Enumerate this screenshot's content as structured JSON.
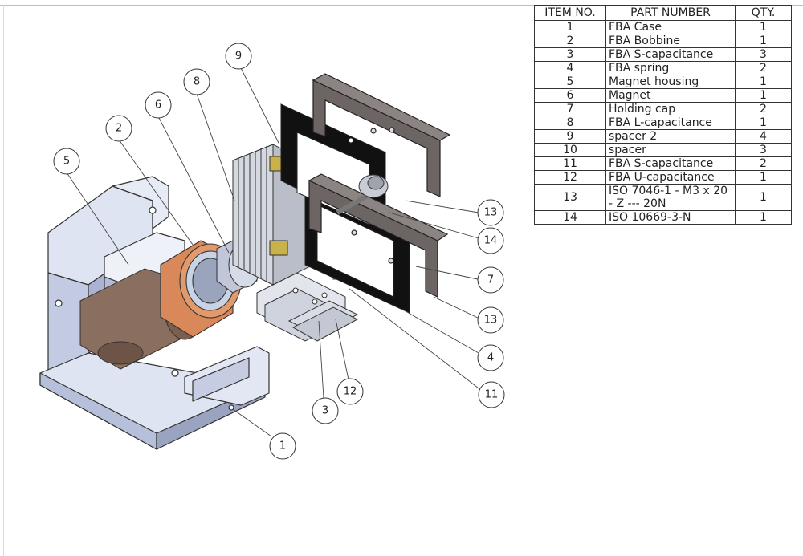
{
  "bom": {
    "headers": {
      "item_no": "ITEM NO.",
      "part_number": "PART NUMBER",
      "qty": "QTY."
    },
    "rows": [
      {
        "item": "1",
        "part": "FBA Case",
        "qty": "1"
      },
      {
        "item": "2",
        "part": "FBA Bobbine",
        "qty": "1"
      },
      {
        "item": "3",
        "part": "FBA S-capacitance",
        "qty": "3"
      },
      {
        "item": "4",
        "part": "FBA spring",
        "qty": "2"
      },
      {
        "item": "5",
        "part": "Magnet housing",
        "qty": "1"
      },
      {
        "item": "6",
        "part": "Magnet",
        "qty": "1"
      },
      {
        "item": "7",
        "part": "Holding cap",
        "qty": "2"
      },
      {
        "item": "8",
        "part": "FBA L-capacitance",
        "qty": "1"
      },
      {
        "item": "9",
        "part": "spacer 2",
        "qty": "4"
      },
      {
        "item": "10",
        "part": "spacer",
        "qty": "3"
      },
      {
        "item": "11",
        "part": "FBA S-capacitance",
        "qty": "2"
      },
      {
        "item": "12",
        "part": "FBA U-capacitance",
        "qty": "1"
      },
      {
        "item": "13",
        "part": "ISO 7046-1 - M3 x 20 - Z --- 20N",
        "qty": "1"
      },
      {
        "item": "14",
        "part": "ISO 10669-3-N",
        "qty": "1"
      }
    ]
  },
  "balloons": {
    "b1": "1",
    "b2": "2",
    "b3": "3",
    "b4": "4",
    "b5": "5",
    "b6": "6",
    "b7": "7",
    "b8": "8",
    "b9": "9",
    "b11": "11",
    "b12": "12",
    "b13a": "13",
    "b13b": "13",
    "b14": "14"
  },
  "colors": {
    "case": "#c9d0e6",
    "copper": "#d9885a",
    "plate": "#b9bec9",
    "gasket": "#111111",
    "holder": "#6d6563",
    "spacer": "#c9b24a"
  }
}
